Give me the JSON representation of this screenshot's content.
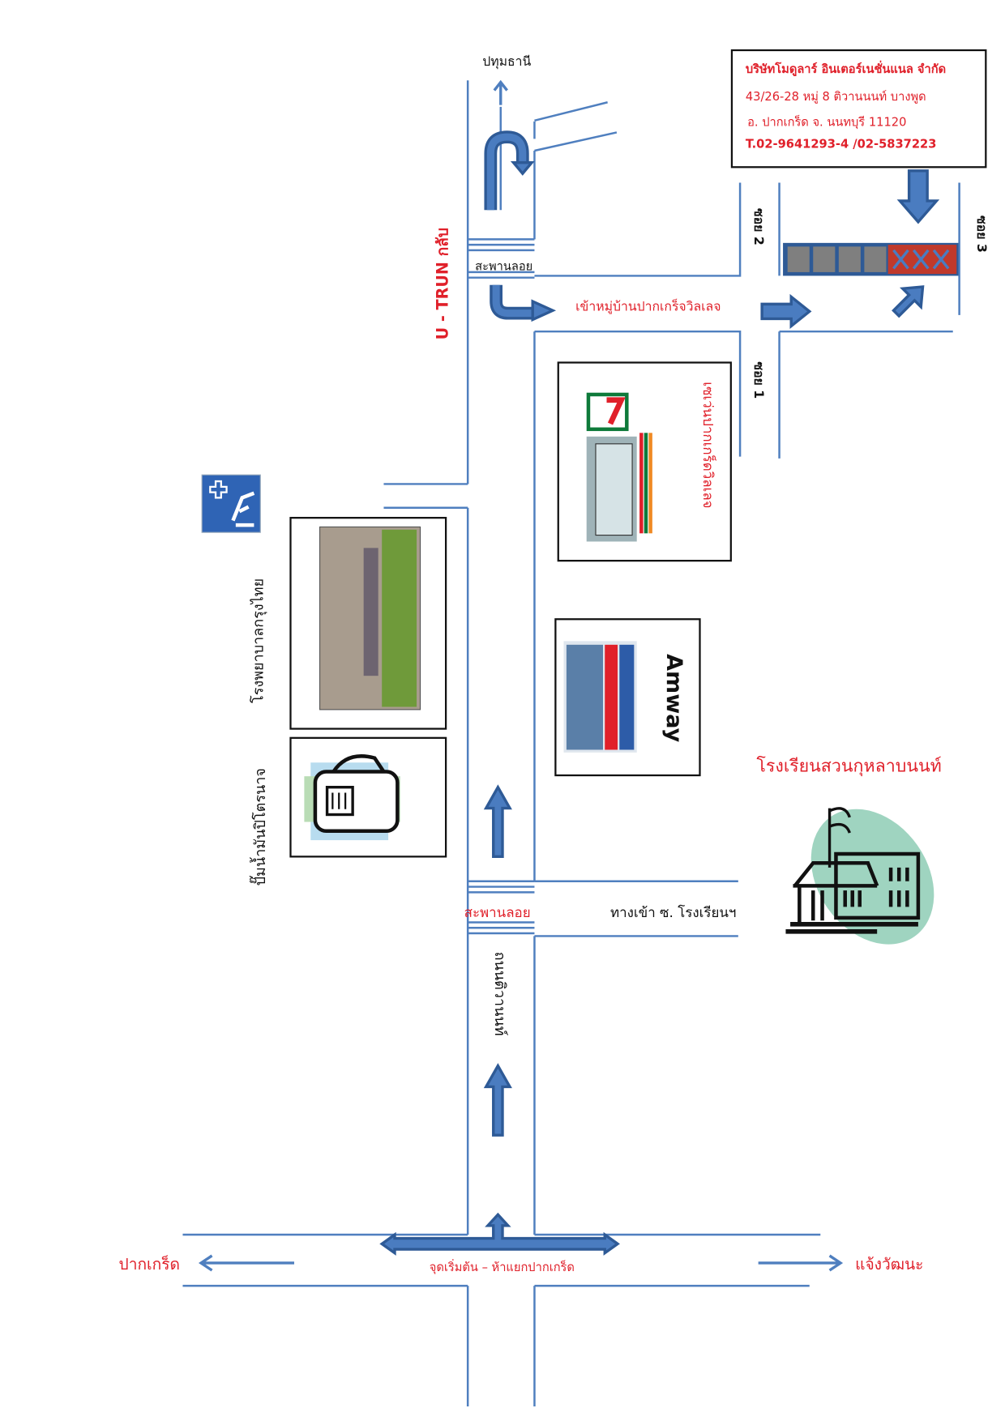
{
  "address_box": {
    "company": "บริษัทโมดูลาร์ อินเตอร์เนชั่นแนล จำกัด",
    "line1": "43/26-28  หมู่ 8 ติวานนนท์ บางพูด",
    "line2": "อ. ปากเกร็ด  จ. นนทบุรี  11120",
    "phone": "T.02-9641293-4 /02-5837223"
  },
  "labels": {
    "north": "ปทุมธานี",
    "u_turn": "U - TRUN กลับ",
    "bridge_top": "สะพานลอย",
    "village_entry": "เข้าหมู่บ้านปากเกร็จวิลเลจ",
    "soi1": "ซอย 1",
    "soi2": "ซอย 2",
    "soi3": "ซอย 3",
    "seven_eleven": "เซเว่นปากเกร็ดวิลเลจ",
    "amway": "Amway",
    "hospital": "โรงพยาบาลกรุงไทย",
    "gas_station": "ปั๊มน้ำมันปิโตรนาจ",
    "school": "โรงเรียนสวนกุหลาบนนท์",
    "bridge_bottom": "สะพานลอย",
    "school_entry": "ทางเข้า ซ. โรงเรียนฯ",
    "road_name": "ถนนติวานนท์",
    "west": "ปากเกร็ด",
    "east": "แจ้งวัฒนะ",
    "start_point": "จุดเริ่มต้น   –  ห้าแยกปากเกร็ด"
  },
  "colors": {
    "road": "#4f7fbf",
    "accent_red": "#e0202a",
    "arrow": "#4a7cc0"
  }
}
